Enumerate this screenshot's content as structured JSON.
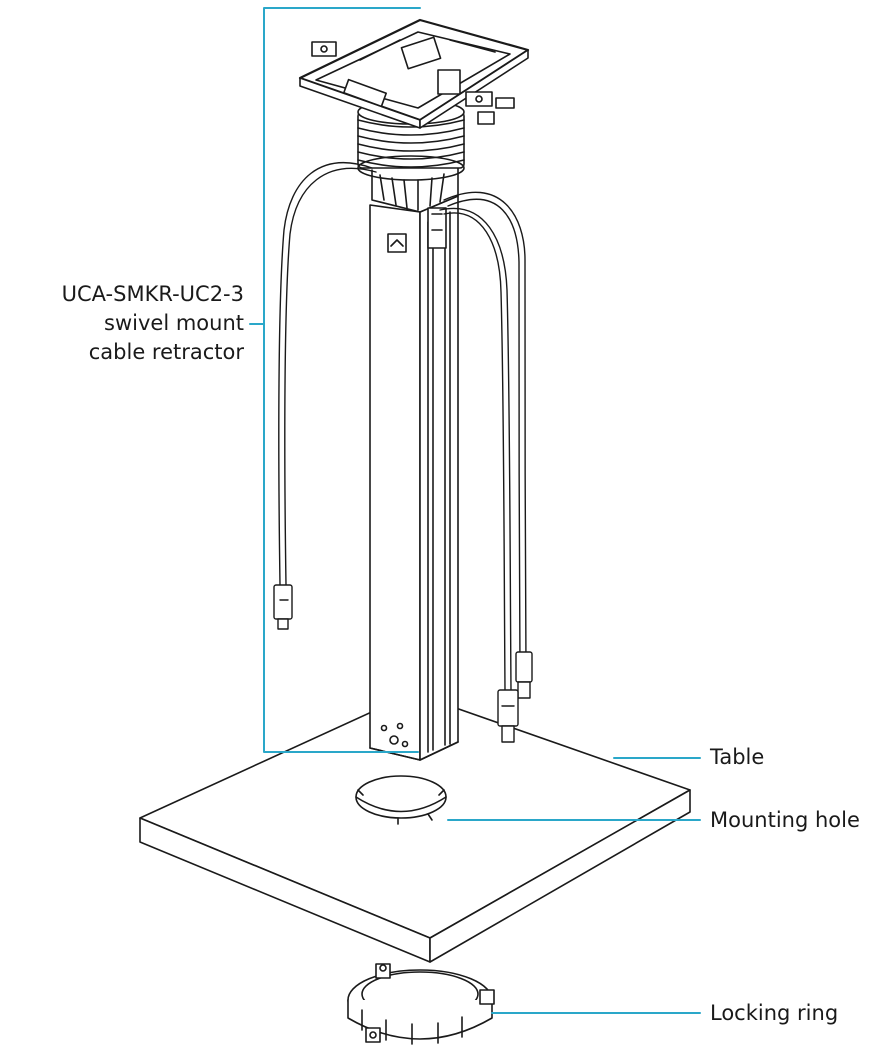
{
  "labels": {
    "retractor": {
      "line1": "UCA-SMKR-UC2-3",
      "line2": "swivel mount",
      "line3": "cable retractor"
    },
    "table": "Table",
    "mounting_hole": "Mounting hole",
    "locking_ring": "Locking ring"
  },
  "colors": {
    "callout_line": "#2aa7c9",
    "drawing_stroke": "#1a1a1a",
    "label_text": "#1a1a1a"
  }
}
